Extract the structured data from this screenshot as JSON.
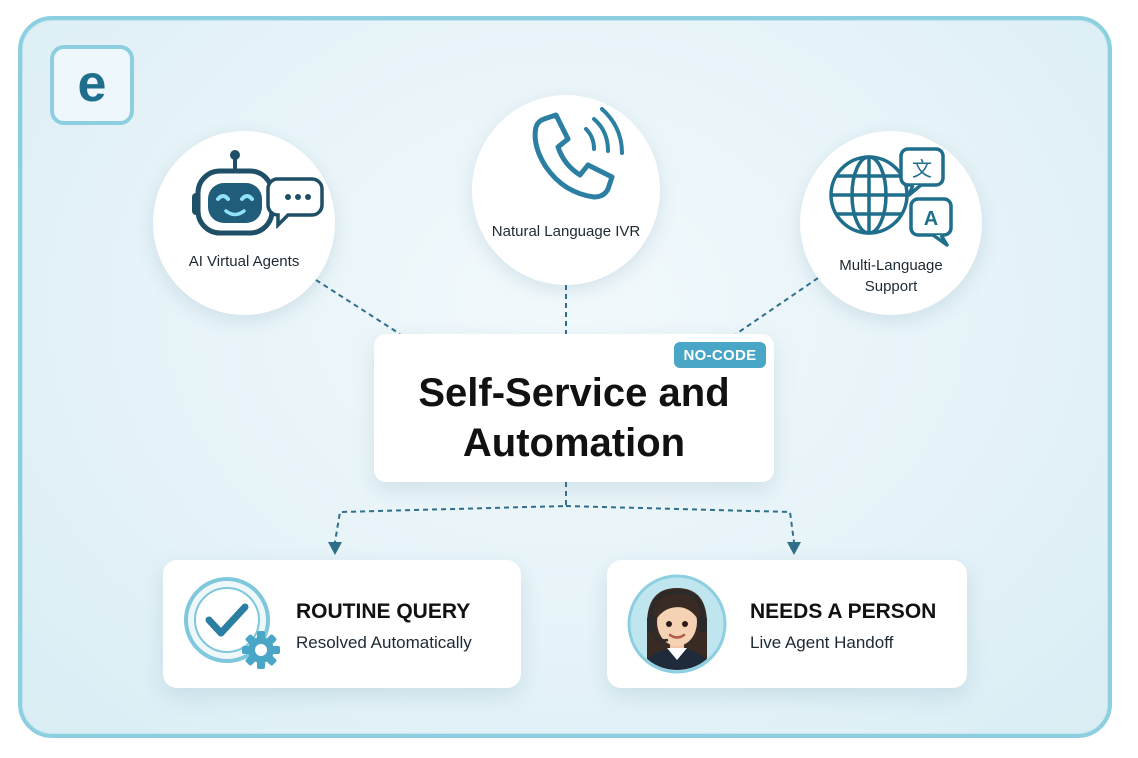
{
  "logo": {
    "letter": "e"
  },
  "features": [
    {
      "label": "AI Virtual Agents",
      "icon": "robot-chat-icon"
    },
    {
      "label": "Natural Language IVR",
      "icon": "phone-voice-icon"
    },
    {
      "label": "Multi-Language Support",
      "icon": "globe-translate-icon"
    }
  ],
  "center": {
    "title_line1": "Self-Service and",
    "title_line2": "Automation",
    "badge": "NO-CODE"
  },
  "outcomes": [
    {
      "title": "ROUTINE QUERY",
      "subtitle": "Resolved Automatically",
      "icon": "check-gear-icon"
    },
    {
      "title": "NEEDS A PERSON",
      "subtitle": "Live Agent Handoff",
      "icon": "agent-avatar-icon"
    }
  ],
  "glyphs": {
    "translate_symbol": "文",
    "translate_letter": "A"
  },
  "colors": {
    "accent": "#2b7fa3",
    "accent_light": "#4aa6c7",
    "frame_border": "#8ccfe1",
    "icon_dark": "#1f4f66"
  }
}
